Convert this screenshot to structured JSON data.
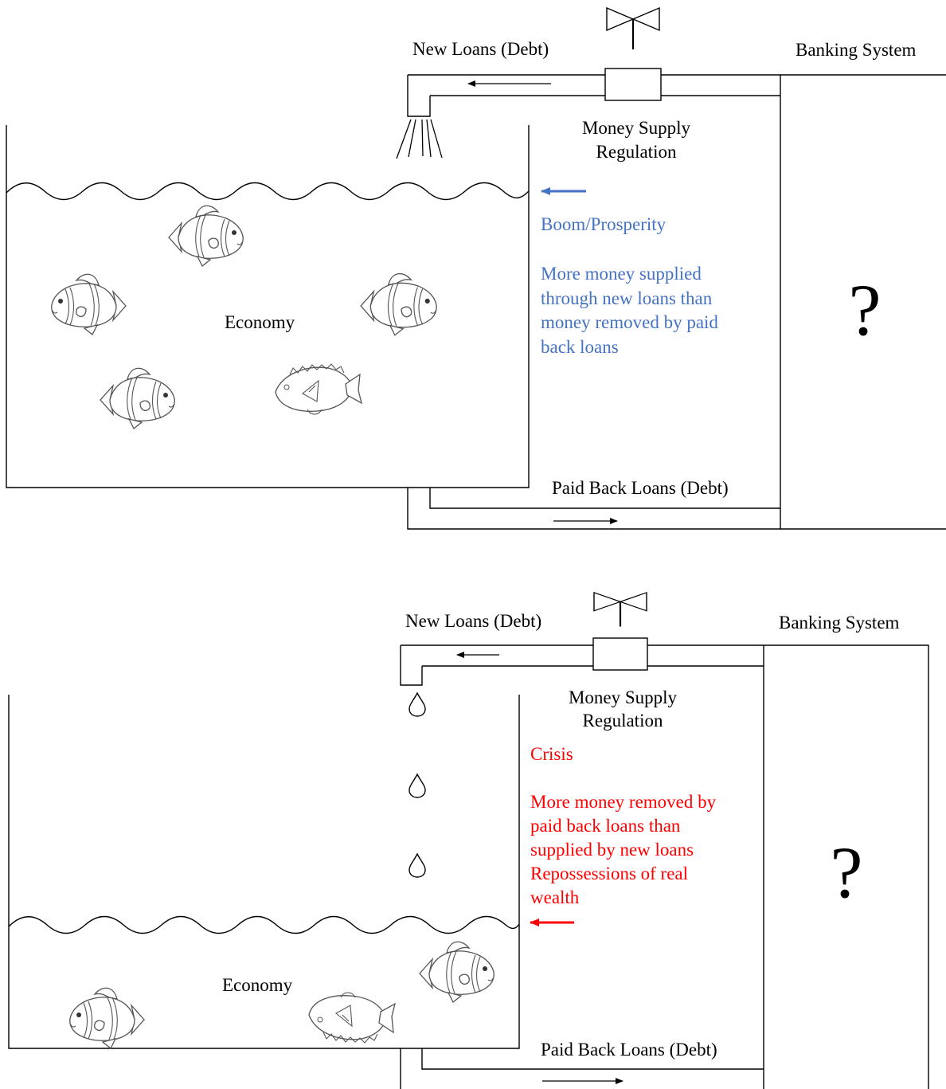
{
  "diagrams": [
    {
      "new_loans": "New Loans (Debt)",
      "banking_system": "Banking System",
      "regulation_line1": "Money Supply",
      "regulation_line2": "Regulation",
      "state_label": "Boom/Prosperity",
      "description_lines": [
        "More money supplied",
        "through new loans than",
        "money removed by paid",
        "back loans"
      ],
      "economy": "Economy",
      "paid_back": "Paid Back Loans (Debt)",
      "question": "?",
      "accent_color": "#4472c4"
    },
    {
      "new_loans": "New Loans (Debt)",
      "banking_system": "Banking System",
      "regulation_line1": "Money Supply",
      "regulation_line2": "Regulation",
      "state_label": "Crisis",
      "description_lines": [
        "More money removed by",
        "paid back loans than",
        "supplied by new loans",
        "Repossessions of real",
        "wealth"
      ],
      "economy": "Economy",
      "paid_back": "Paid Back Loans (Debt)",
      "question": "?",
      "accent_color": "#ff0000"
    }
  ]
}
